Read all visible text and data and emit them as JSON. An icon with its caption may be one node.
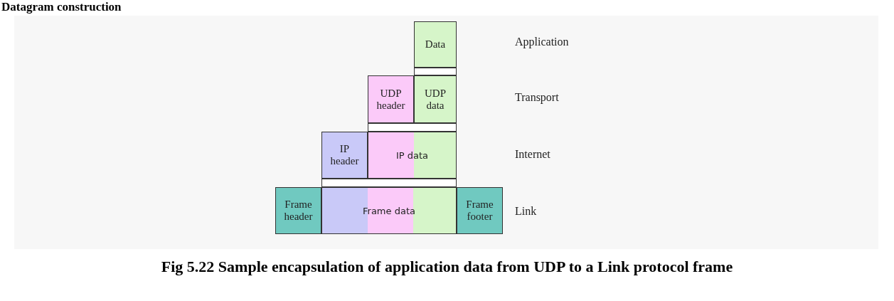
{
  "diagram": {
    "title": "Datagram construction",
    "caption": "Fig 5.22 Sample encapsulation of application data from UDP to a Link protocol frame",
    "nodes": [
      {
        "text": [
          "Data"
        ]
      },
      {
        "text": [
          "UDP header"
        ]
      },
      {
        "text": [
          "UDP data"
        ]
      },
      {
        "text": [
          "IP header"
        ]
      },
      {
        "text": [
          "IP data"
        ]
      },
      {
        "text": [
          "Frame header"
        ]
      },
      {
        "text": [
          "Frame data"
        ]
      },
      {
        "text": [
          "Frame footer"
        ]
      }
    ],
    "labels": [
      "Application",
      "Transport",
      "Internet",
      "Link"
    ]
  }
}
